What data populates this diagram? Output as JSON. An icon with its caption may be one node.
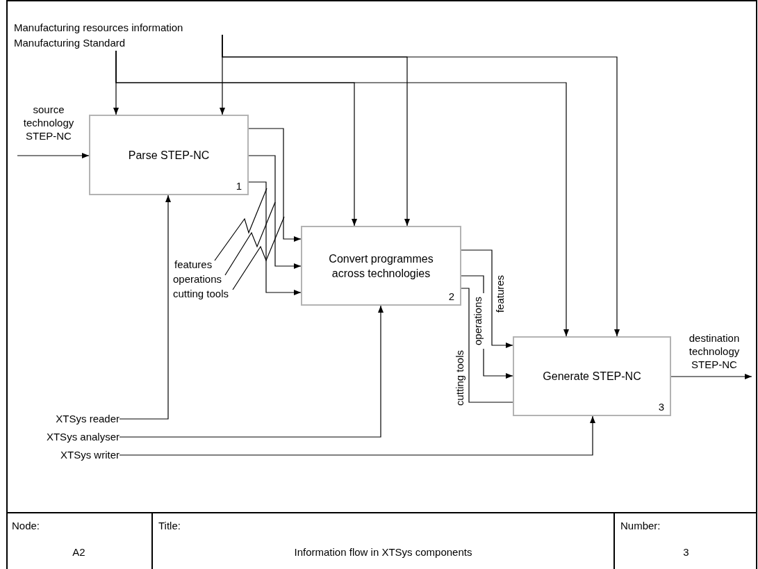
{
  "diagram": {
    "nodes": [
      {
        "text": [
          "Manufacturing resources information"
        ]
      },
      {
        "text": [
          "Manufacturing Standard"
        ]
      },
      {
        "text": [
          "Parse STEP-NC",
          "1"
        ]
      },
      {
        "text": [
          "Convert programmes across technologies",
          "2"
        ]
      },
      {
        "text": [
          "Generate STEP-NC",
          "3"
        ]
      },
      {
        "text": [
          "XTSys reader"
        ]
      },
      {
        "text": [
          "XTSys analyser"
        ]
      },
      {
        "text": [
          "XTSys writer"
        ]
      },
      {
        "text": [
          "features"
        ]
      },
      {
        "text": [
          "operations"
        ]
      },
      {
        "text": [
          "cutting tools"
        ]
      }
    ],
    "edges": [
      {
        "from": 0,
        "to": 2,
        "arrow": "to"
      },
      {
        "from": 0,
        "to": 3,
        "arrow": "to"
      },
      {
        "from": 0,
        "to": 4,
        "arrow": "to"
      },
      {
        "from": 1,
        "to": 2,
        "arrow": "to"
      },
      {
        "from": 1,
        "to": 3,
        "arrow": "to"
      },
      {
        "from": 1,
        "to": 4,
        "arrow": "to"
      },
      {
        "from": null,
        "to": 2,
        "arrow": "to",
        "label": "source technology STEP-NC"
      },
      {
        "from": 2,
        "to": 3,
        "arrow": "to"
      },
      {
        "from": 2,
        "to": 3,
        "arrow": "to"
      },
      {
        "from": 2,
        "to": 3,
        "arrow": "to"
      },
      {
        "from": 3,
        "to": 4,
        "arrow": "to",
        "label": "features"
      },
      {
        "from": 3,
        "to": 4,
        "arrow": "to",
        "label": "operations"
      },
      {
        "from": 3,
        "to": 4,
        "arrow": "none",
        "label": "cutting tools"
      },
      {
        "from": 4,
        "to": null,
        "arrow": "to",
        "label": "destination technology STEP-NC"
      },
      {
        "from": 5,
        "to": 2,
        "arrow": "to"
      },
      {
        "from": 6,
        "to": 3,
        "arrow": "to"
      },
      {
        "from": 7,
        "to": 4,
        "arrow": "to"
      },
      {
        "from": 8,
        "to": null,
        "arrow": "none"
      },
      {
        "from": 9,
        "to": null,
        "arrow": "none"
      },
      {
        "from": 10,
        "to": null,
        "arrow": "none"
      }
    ],
    "labels": [
      "Node:",
      "Title:",
      "Number:",
      "A2",
      "Information flow in XTSys components",
      "3"
    ]
  }
}
